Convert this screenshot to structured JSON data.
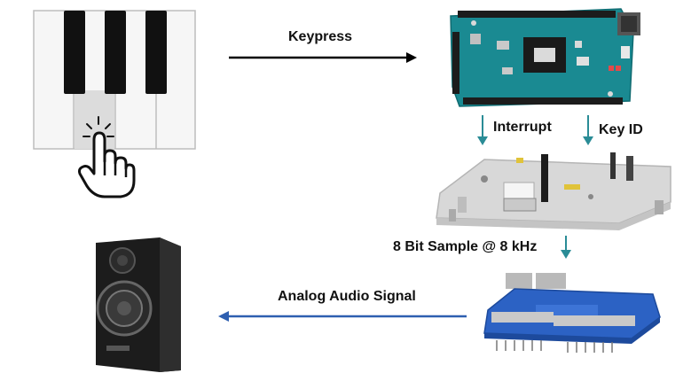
{
  "labels": {
    "keypress": "Keypress",
    "interrupt": "Interrupt",
    "key_id": "Key ID",
    "sample": "8 Bit Sample @ 8 kHz",
    "audio": "Analog Audio Signal"
  },
  "colors": {
    "black_arrow": "#000000",
    "teal_arrow": "#2a8c96",
    "blue_arrow": "#2e5fb0",
    "arduino_board": "#1a8a92",
    "gray_board": "#d8d8d8",
    "shield_blue": "#2c62c4",
    "speaker_body": "#1c1c1c"
  },
  "icons": [
    "piano-keys",
    "pointing-hand-icon",
    "arduino-due-board",
    "launchpad-board",
    "proto-shield-board",
    "speaker-icon"
  ]
}
